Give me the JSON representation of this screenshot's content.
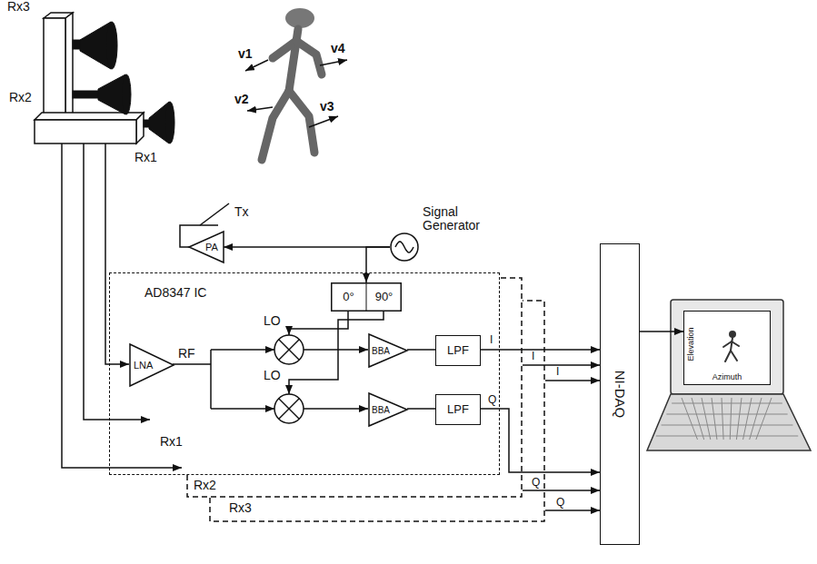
{
  "diagram": {
    "nodes": [
      {
        "text": [
          "Signal Generator"
        ]
      },
      {
        "text": [
          "PA"
        ]
      },
      {
        "text": [
          "AD8347 IC",
          "Rx1"
        ]
      },
      {
        "text": [
          "0°",
          "90°"
        ],
        "in": 2
      },
      {
        "text": [
          "LNA"
        ],
        "in": 2
      },
      {
        "text": [
          "BBA"
        ],
        "in": 2
      },
      {
        "text": [
          "LPF"
        ],
        "in": 2
      },
      {
        "text": [
          "BBA"
        ],
        "in": 2
      },
      {
        "text": [
          "LPF"
        ],
        "in": 2
      },
      {
        "text": [
          "Rx2"
        ]
      },
      {
        "text": [
          "Rx3"
        ]
      },
      {
        "text": [
          "NI-DAQ"
        ]
      },
      {
        "text": [
          "Elevation",
          "Azimuth"
        ]
      }
    ],
    "edges": [
      {
        "from": 0,
        "to": 1,
        "arrow": "to"
      },
      {
        "from": 0,
        "to": 3,
        "arrow": "to"
      },
      {
        "from": 5,
        "to": 6,
        "arrow": "none"
      },
      {
        "from": 7,
        "to": 8,
        "arrow": "none"
      },
      {
        "from": 6,
        "to": 11,
        "label": "I",
        "arrow": "to"
      },
      {
        "from": 8,
        "to": 11,
        "label": "Q",
        "arrow": "to"
      },
      {
        "from": 9,
        "to": 11,
        "label": "I",
        "arrow": "to"
      },
      {
        "from": 9,
        "to": 11,
        "label": "Q",
        "arrow": "to"
      },
      {
        "from": 10,
        "to": 11,
        "label": "I",
        "arrow": "to"
      },
      {
        "from": 10,
        "to": 11,
        "label": "Q",
        "arrow": "to"
      },
      {
        "from": 11,
        "to": 12,
        "arrow": "to"
      }
    ],
    "labels": [
      "Rx3",
      "Rx2",
      "Rx1",
      "v1",
      "v4",
      "v2",
      "v3",
      "Tx",
      "LO",
      "LO",
      "RF"
    ]
  }
}
